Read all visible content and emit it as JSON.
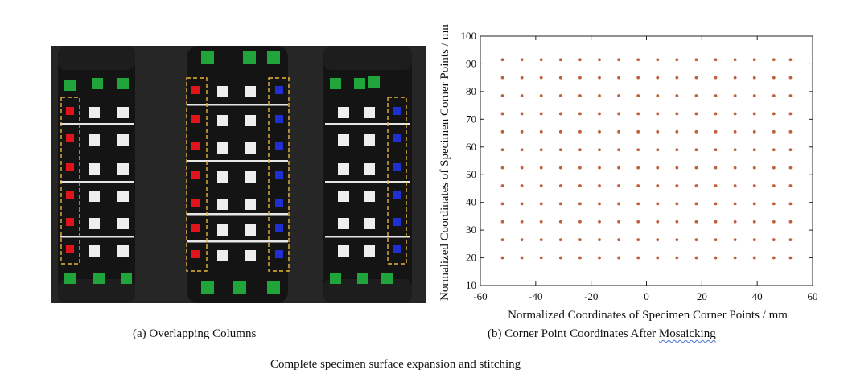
{
  "captions": {
    "panel_a_label": "(a) Overlapping Columns",
    "panel_b_prefix": "(b) Corner Point Coordinates After ",
    "panel_b_underlined": "Mosaicking",
    "figure_caption": "Complete specimen surface expansion and stitching"
  },
  "photo_colors": {
    "background": "#262626",
    "marker_green": "#1fa53a",
    "marker_red": "#e0141c",
    "marker_blue": "#1f2fd0",
    "marker_white": "#eeeeee",
    "dashed_box": "#e8b53a"
  },
  "chart_data": {
    "type": "scatter",
    "title": "",
    "xlabel": "Normalized Coordinates of Specimen Corner Points / mm",
    "ylabel": "Normalized Coordinates of Specimen Corner Points / mm",
    "xlim": [
      -60,
      60
    ],
    "ylim": [
      10,
      100
    ],
    "xticks": [
      -60,
      -40,
      -20,
      0,
      20,
      40,
      60
    ],
    "yticks": [
      10,
      20,
      30,
      40,
      50,
      60,
      70,
      80,
      90,
      100
    ],
    "grid": false,
    "marker_color": "#c0603a",
    "x_values": [
      -52,
      -45,
      -38,
      -31,
      -24,
      -17,
      -10,
      -3,
      4,
      11,
      18,
      25,
      32,
      39,
      46,
      52
    ],
    "y_values": [
      20,
      26.5,
      33,
      39.5,
      46,
      52.5,
      59,
      65.5,
      72,
      78.5,
      85,
      91.5
    ]
  }
}
